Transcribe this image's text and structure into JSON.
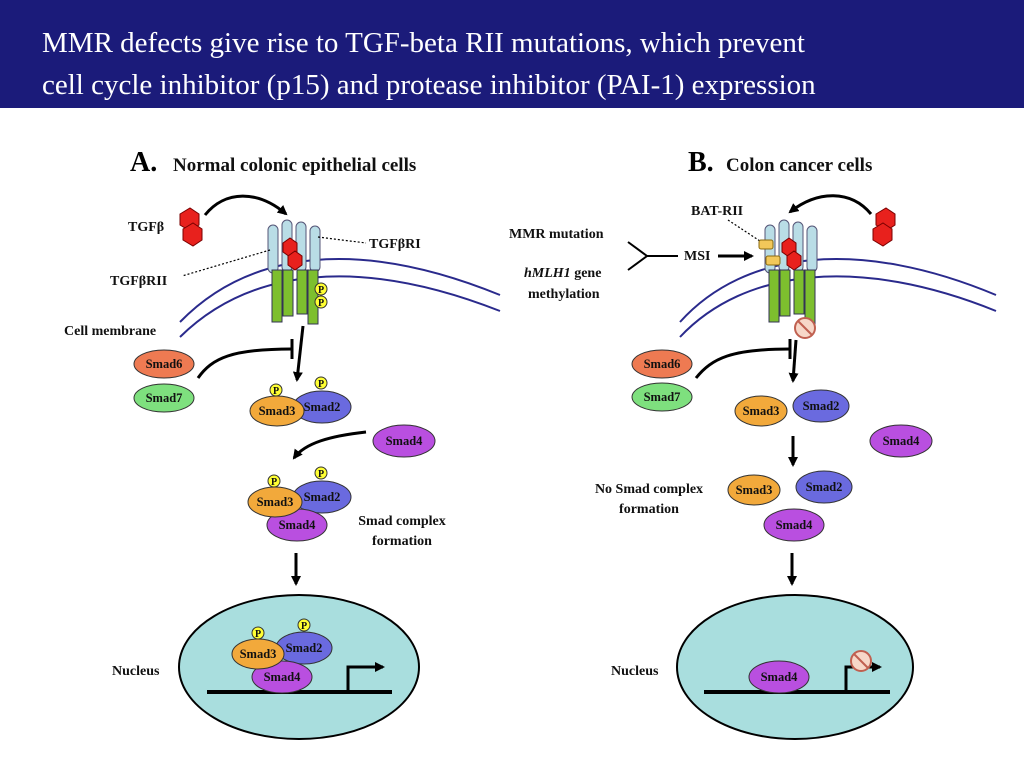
{
  "title": {
    "line1": "MMR defects give rise to TGF-beta RII mutations, which prevent",
    "line2": "cell cycle inhibitor (p15) and protease inhibitor (PAI-1) expression"
  },
  "panel_a": {
    "letter": "A.",
    "heading": "Normal colonic epithelial cells",
    "tgfb": "TGFβ",
    "tgfbri": "TGFβRI",
    "tgfbrii": "TGFβRII",
    "cell_membrane": "Cell membrane",
    "smad6": "Smad6",
    "smad7": "Smad7",
    "smad2": "Smad2",
    "smad3": "Smad3",
    "smad4": "Smad4",
    "p": "P",
    "complex_line1": "Smad complex",
    "complex_line2": "formation",
    "nucleus": "Nucleus"
  },
  "panel_b": {
    "letter": "B.",
    "heading": "Colon cancer cells",
    "bat_rii": "BAT-RII",
    "mmr_mutation": "MMR mutation",
    "msi": "MSI",
    "hmlh1_italic": "hMLH1",
    "hmlh1_rest": "gene",
    "methylation": "methylation",
    "smad6": "Smad6",
    "smad7": "Smad7",
    "smad2": "Smad2",
    "smad3": "Smad3",
    "smad4": "Smad4",
    "no_complex_line1": "No Smad complex",
    "no_complex_line2": "formation",
    "nucleus": "Nucleus"
  },
  "colors": {
    "header_bg": "#1b1b7a",
    "smad2": "#6a6adf",
    "smad3": "#f2a93b",
    "smad4": "#b94fe0",
    "smad6": "#ee7a52",
    "smad7": "#7ee07e",
    "nucleus": "#a9dede",
    "receptor_green": "#7dbf2e",
    "receptor_blue": "#b9dde6",
    "tgfb_red": "#e8211d",
    "phosphate": "#ffff33",
    "membrane": "#2a2a8c"
  }
}
